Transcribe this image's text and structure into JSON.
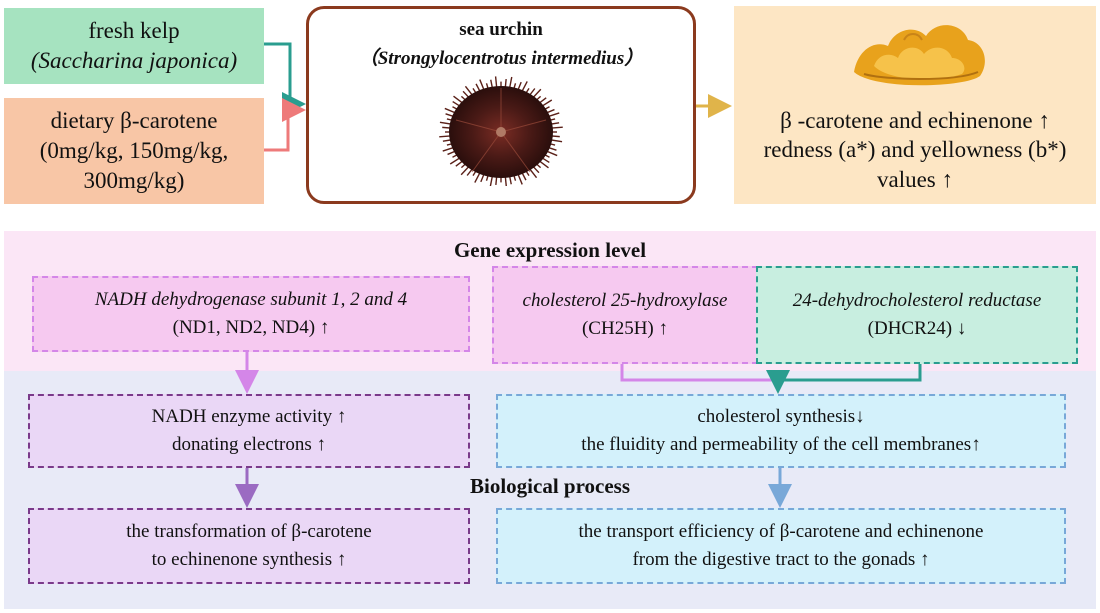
{
  "colors": {
    "kelp_fill": "#a6e3c0",
    "carotene_fill": "#f8c6a6",
    "urchin_border": "#8b3a1e",
    "result_fill": "#fde6c4",
    "gene_band": "#fbe6f6",
    "process_band": "#e8eaf7",
    "nadh_box": "#f6c9f0",
    "ch25h_box": "#f6c9f0",
    "dhcr24_box": "#c8eee0",
    "purple_box": "#ead7f6",
    "blue_box": "#d3f1fb",
    "teal_arrow": "#2a9d8f",
    "coral_arrow": "#ee7a7a",
    "gold_arrow": "#e0b44a",
    "violet_arrow": "#d486e8",
    "purple_arrow": "#9b6bc2",
    "blue_arrow": "#78a8d8"
  },
  "inputs": {
    "kelp": {
      "line1": "fresh kelp",
      "line2": "(Saccharina japonica)"
    },
    "carotene": {
      "line1": "dietary β-carotene",
      "line2": "(0mg/kg, 150mg/kg,",
      "line3": "300mg/kg)"
    }
  },
  "urchin": {
    "title": "sea urchin",
    "species": "（Strongylocentrotus intermedius）",
    "image_icon": "sea-urchin-photo"
  },
  "result": {
    "image_icon": "urchin-gonad-photo",
    "line1": "β -carotene and echinenone ↑",
    "line2": "redness (a*) and yellowness (b*)",
    "line3": "values ↑"
  },
  "gene_level": {
    "title": "Gene expression level",
    "nadh": {
      "line1": "NADH dehydrogenase subunit 1, 2 and 4",
      "line2": "(ND1, ND2, ND4) ↑"
    },
    "ch25h": {
      "line1": "cholesterol 25-hydroxylase",
      "line2": "(CH25H) ↑"
    },
    "dhcr24": {
      "line1": "24-dehydrocholesterol reductase",
      "line2": "(DHCR24) ↓"
    }
  },
  "process": {
    "title": "Biological process",
    "nadh_activity": {
      "line1": "NADH enzyme activity ↑",
      "line2": "donating electrons ↑"
    },
    "cholesterol": {
      "line1": "cholesterol synthesis↓",
      "line2": "the fluidity and permeability of the cell membranes↑"
    },
    "transformation": {
      "line1": "the transformation of β-carotene",
      "line2": "to echinenone synthesis ↑"
    },
    "transport": {
      "line1": "the transport efficiency of β-carotene and echinenone",
      "line2": "from the digestive tract to the gonads ↑"
    }
  }
}
